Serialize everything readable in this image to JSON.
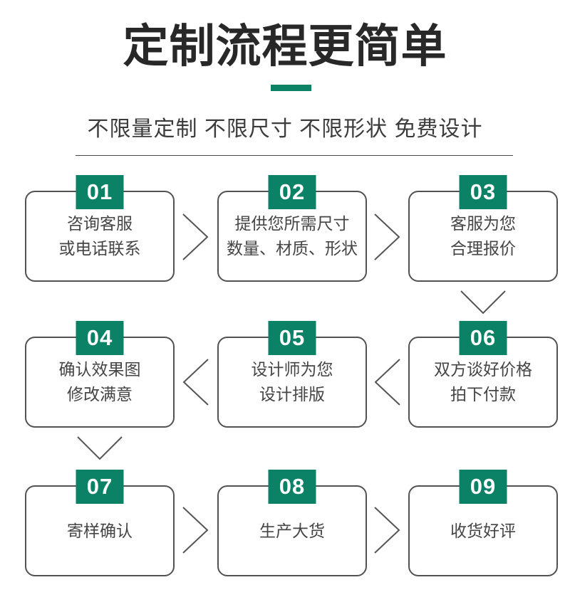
{
  "page": {
    "title": "定制流程更简单",
    "tagline": "不限量定制 不限尺寸 不限形状 免费设计"
  },
  "colors": {
    "accent": "#0B8165",
    "title_text": "#282828",
    "body_text": "#454545",
    "box_border": "#525252",
    "arrow": "#555555"
  },
  "steps": [
    {
      "num": "01",
      "lines": [
        "咨询客服",
        "或电话联系"
      ]
    },
    {
      "num": "02",
      "lines": [
        "提供您所需尺寸",
        "数量、材质、形状"
      ]
    },
    {
      "num": "03",
      "lines": [
        "客服为您",
        "合理报价"
      ]
    },
    {
      "num": "04",
      "lines": [
        "确认效果图",
        "修改满意"
      ]
    },
    {
      "num": "05",
      "lines": [
        "设计师为您",
        "设计排版"
      ]
    },
    {
      "num": "06",
      "lines": [
        "双方谈好价格",
        "拍下付款"
      ]
    },
    {
      "num": "07",
      "lines": [
        "寄样确认"
      ]
    },
    {
      "num": "08",
      "lines": [
        "生产大货"
      ]
    },
    {
      "num": "09",
      "lines": [
        "收货好评"
      ]
    }
  ]
}
